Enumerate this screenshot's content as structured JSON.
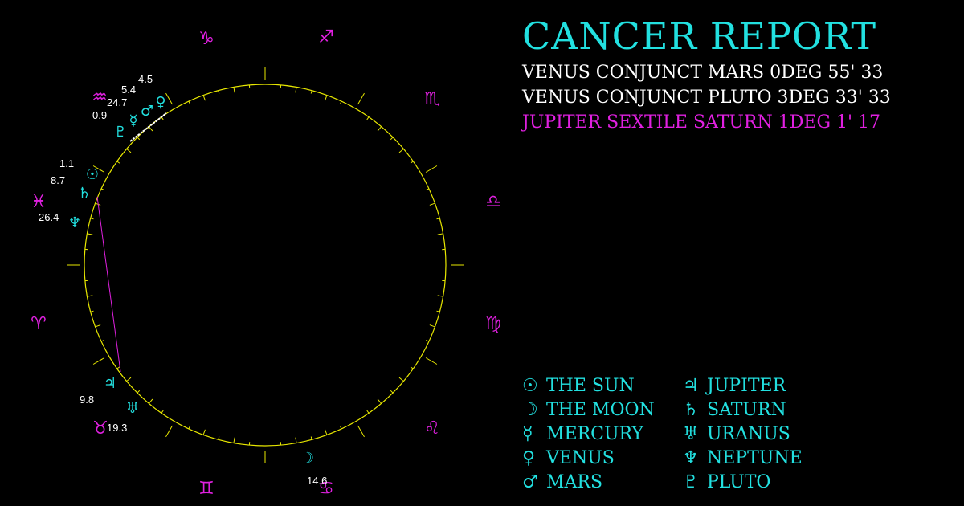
{
  "report": {
    "title": "CANCER REPORT",
    "aspects": [
      {
        "text": "VENUS CONJUNCT MARS 0DEG 55' 33",
        "color": "#ffffff"
      },
      {
        "text": "VENUS CONJUNCT PLUTO 3DEG 33' 33",
        "color": "#ffffff"
      },
      {
        "text": "JUPITER SEXTILE SATURN 1DEG 1' 17",
        "color": "#e020e0"
      }
    ]
  },
  "colors": {
    "ring": "#e8e800",
    "sign": "#e020e0",
    "planet": "#22e0e0",
    "label": "#ffffff",
    "aspect_line": "#e020e0"
  },
  "signs": [
    {
      "name": "capricorn",
      "glyph": "♑"
    },
    {
      "name": "sagittarius",
      "glyph": "♐"
    },
    {
      "name": "scorpio",
      "glyph": "♏"
    },
    {
      "name": "libra",
      "glyph": "♎"
    },
    {
      "name": "virgo",
      "glyph": "♍"
    },
    {
      "name": "leo",
      "glyph": "♌"
    },
    {
      "name": "cancer",
      "glyph": "♋"
    },
    {
      "name": "gemini",
      "glyph": "♊"
    },
    {
      "name": "taurus",
      "glyph": "♉"
    },
    {
      "name": "aries",
      "glyph": "♈"
    },
    {
      "name": "pisces",
      "glyph": "♓"
    },
    {
      "name": "aquarius",
      "glyph": "♒"
    }
  ],
  "planets": [
    {
      "name": "venus",
      "glyph": "♀",
      "degree": "4.5"
    },
    {
      "name": "mars",
      "glyph": "♂",
      "degree": "5.4"
    },
    {
      "name": "mercury",
      "glyph": "☿",
      "degree": "24.7"
    },
    {
      "name": "pluto",
      "glyph": "♇",
      "degree": "0.9"
    },
    {
      "name": "sun",
      "glyph": "☉",
      "degree": "1.1"
    },
    {
      "name": "saturn",
      "glyph": "♄",
      "degree": "8.7"
    },
    {
      "name": "neptune",
      "glyph": "♆",
      "degree": "26.4"
    },
    {
      "name": "jupiter",
      "glyph": "♃",
      "degree": "9.8"
    },
    {
      "name": "uranus",
      "glyph": "♅",
      "degree": "19.3"
    },
    {
      "name": "moon",
      "glyph": "☽",
      "degree": "14.6"
    }
  ],
  "legend": [
    {
      "glyph": "☉",
      "label": "THE SUN"
    },
    {
      "glyph": "☽",
      "label": "THE MOON"
    },
    {
      "glyph": "☿",
      "label": "MERCURY"
    },
    {
      "glyph": "♀",
      "label": "VENUS"
    },
    {
      "glyph": "♂",
      "label": "MARS"
    },
    {
      "glyph": "♃",
      "label": "JUPITER"
    },
    {
      "glyph": "♄",
      "label": "SATURN"
    },
    {
      "glyph": "♅",
      "label": "URANUS"
    },
    {
      "glyph": "♆",
      "label": "NEPTUNE"
    },
    {
      "glyph": "♇",
      "label": "PLUTO"
    }
  ]
}
